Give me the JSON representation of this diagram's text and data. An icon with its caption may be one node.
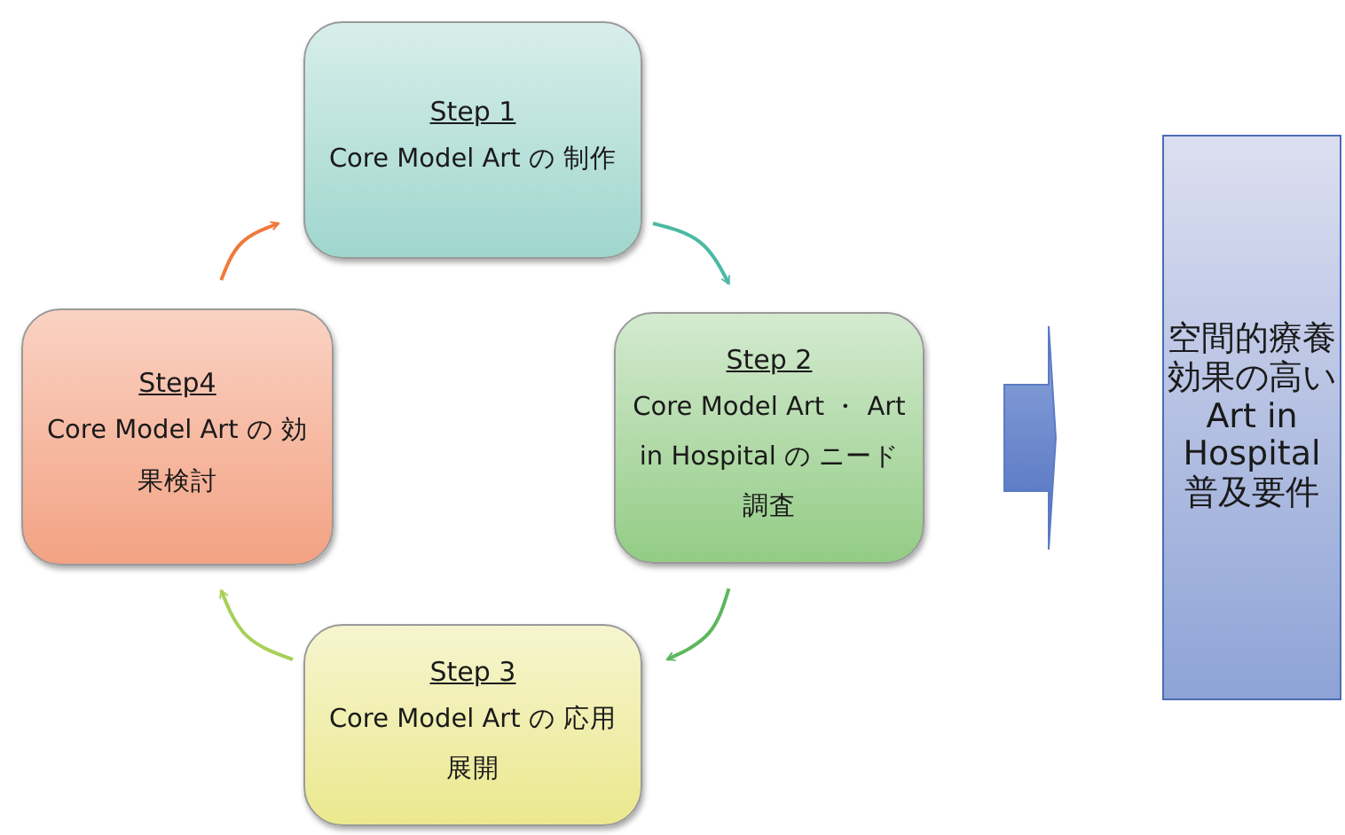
{
  "diagram": {
    "nodes": [
      {
        "text": [
          "Step 1",
          "Core Model Art の 制作"
        ]
      },
      {
        "text": [
          "Step 2",
          "Core Model Art ・ Art in Hospital の ニード調査"
        ]
      },
      {
        "text": [
          "Step 3",
          "Core Model Art の 応用展開"
        ]
      },
      {
        "text": [
          "Step4",
          "Core Model Art の 効果検討"
        ]
      },
      {
        "text": [
          "空間的療養効果の高い Art in Hospital 普及要件"
        ]
      }
    ],
    "edges": [
      {
        "from": 0,
        "to": 1,
        "arrow": "to",
        "color": "#4bb9a3"
      },
      {
        "from": 1,
        "to": 2,
        "arrow": "to",
        "color": "#5cb85c"
      },
      {
        "from": 2,
        "to": 3,
        "arrow": "to",
        "color": "#a9d05a"
      },
      {
        "from": 3,
        "to": 0,
        "arrow": "to",
        "color": "#f0793a"
      },
      {
        "from": 1,
        "to": 4,
        "arrow": "to",
        "style": "thick",
        "color": "#5b7bc4"
      }
    ]
  }
}
